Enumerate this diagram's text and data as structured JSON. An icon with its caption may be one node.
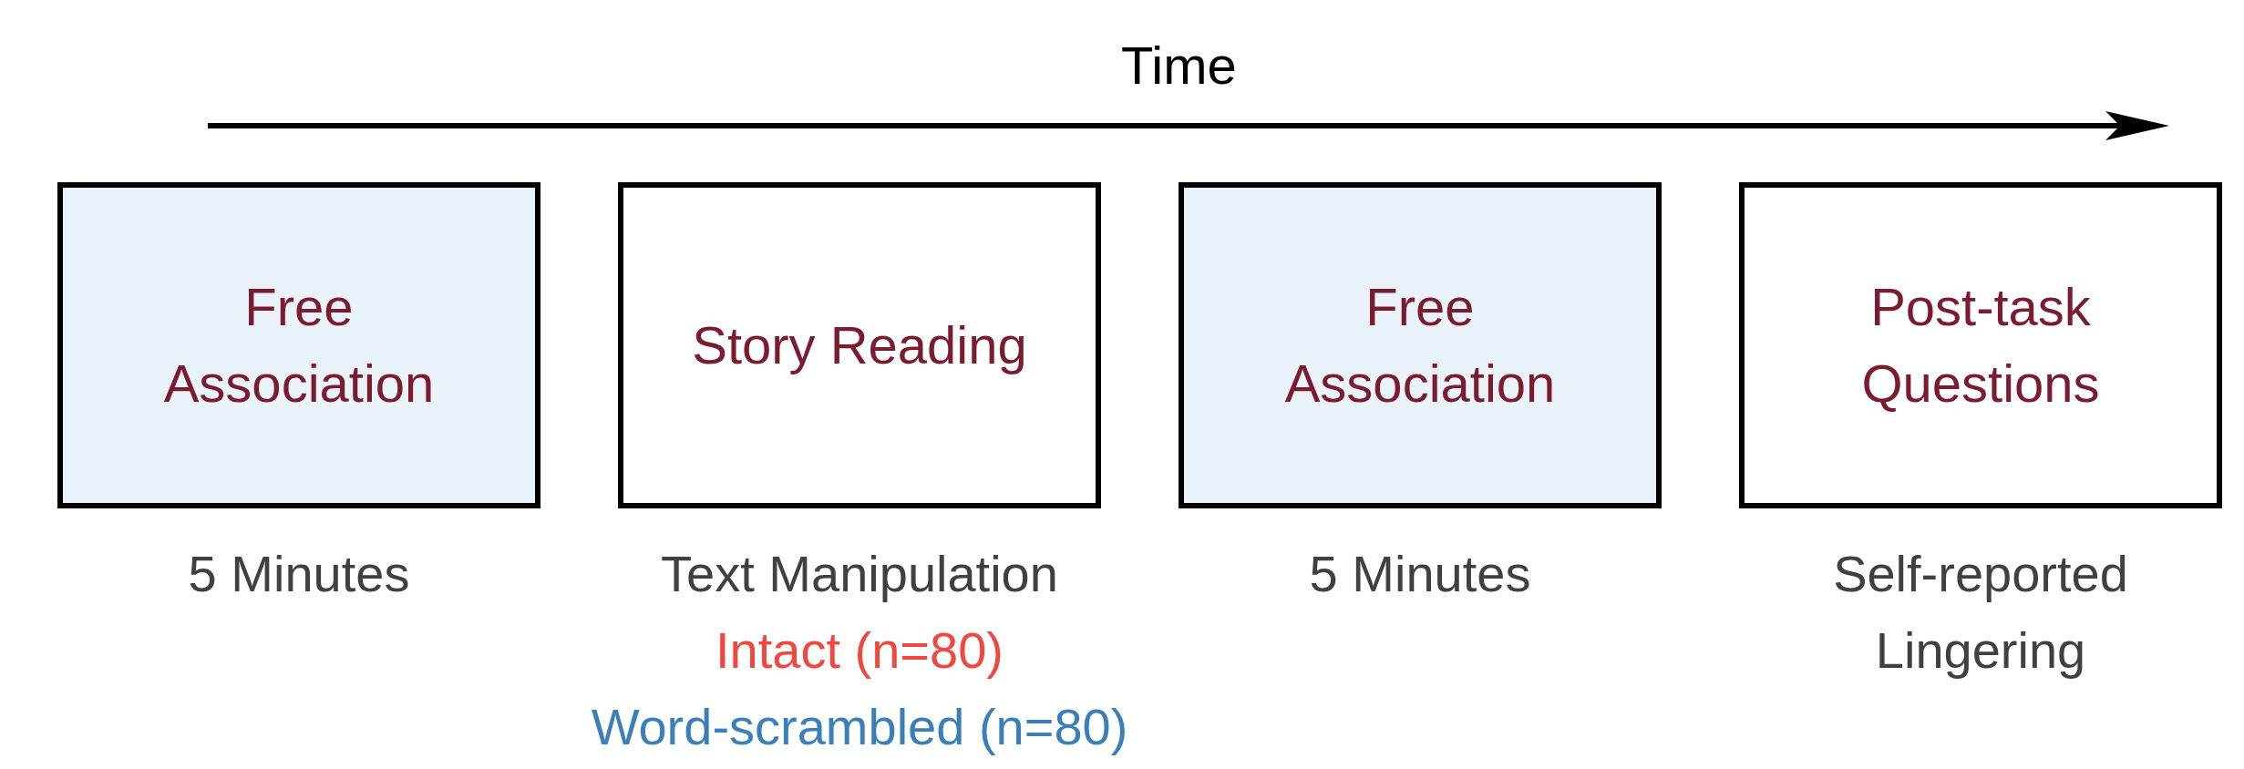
{
  "diagram": {
    "nodes": [
      {
        "text": [
          "Free Association"
        ],
        "beside": [
          "5 Minutes"
        ]
      },
      {
        "text": [
          "Story Reading"
        ],
        "beside": [
          "Text Manipulation",
          "Intact (n=80)",
          "Word-scrambled (n=80)"
        ]
      },
      {
        "text": [
          "Free Association"
        ],
        "beside": [
          "5 Minutes"
        ]
      },
      {
        "text": [
          "Post-task Questions"
        ],
        "beside": [
          "Self-reported Lingering"
        ]
      }
    ],
    "edges": [],
    "labels": [
      "Time"
    ]
  }
}
